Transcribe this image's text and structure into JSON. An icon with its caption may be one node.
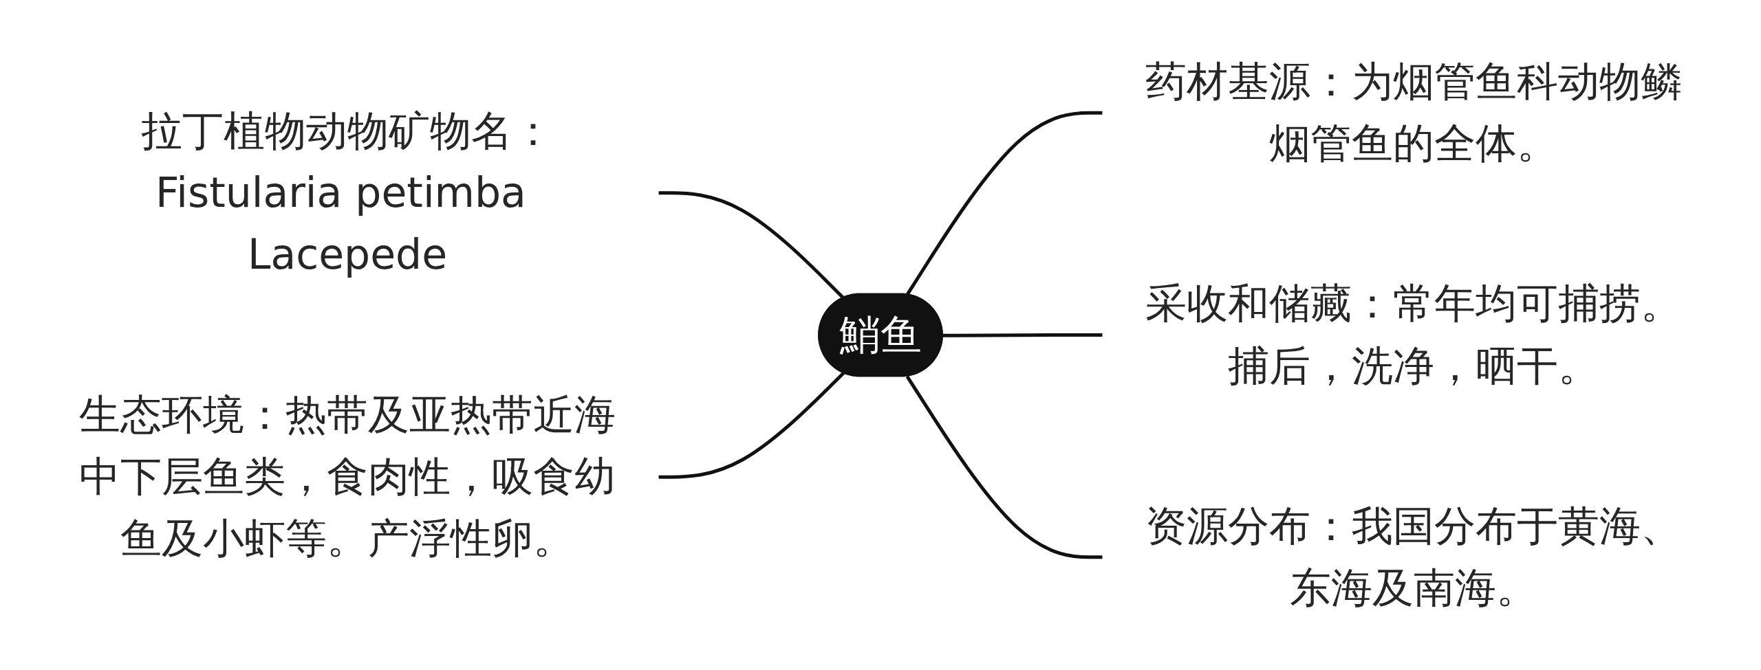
{
  "diagram": {
    "nodes": [
      {
        "text": [
          "鮹鱼"
        ]
      },
      {
        "text": [
          "拉丁植物动物矿物名：Fistularia petimba Lacepede"
        ]
      },
      {
        "text": [
          "生态环境：热带及亚热带近海中下层鱼类，食肉性，吸食幼鱼及小虾等。产浮性卵。"
        ]
      },
      {
        "text": [
          "药材基源：为烟管鱼科动物鳞烟管鱼的全体。"
        ]
      },
      {
        "text": [
          "采收和储藏：常年均可捕捞。捕后，洗净，晒干。"
        ]
      },
      {
        "text": [
          "资源分布：我国分布于黄海、东海及南海。"
        ]
      }
    ],
    "edges": [
      {
        "from": 0,
        "to": 1,
        "arrow": "none"
      },
      {
        "from": 0,
        "to": 2,
        "arrow": "none"
      },
      {
        "from": 0,
        "to": 3,
        "arrow": "none"
      },
      {
        "from": 0,
        "to": 4,
        "arrow": "none"
      },
      {
        "from": 0,
        "to": 5,
        "arrow": "none"
      }
    ]
  }
}
